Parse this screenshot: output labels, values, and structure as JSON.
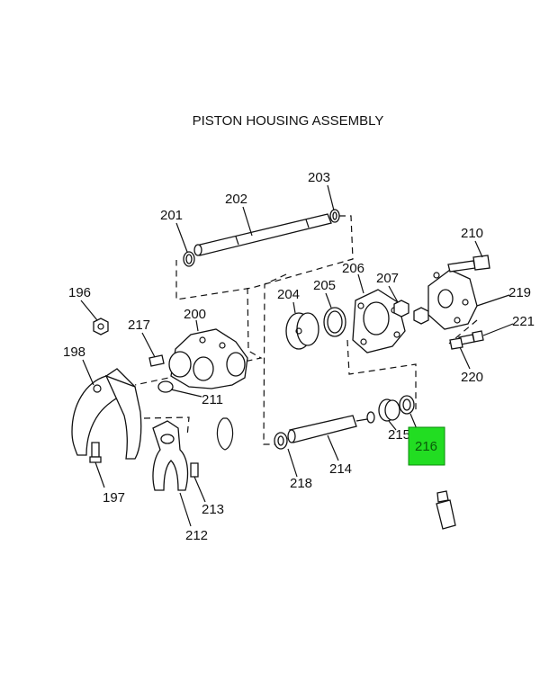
{
  "title": "PISTON HOUSING ASSEMBLY",
  "highlighted_callout": "216",
  "highlight_color": "#22dd22",
  "callouts": {
    "c196": "196",
    "c197": "197",
    "c198": "198",
    "c200": "200",
    "c201": "201",
    "c202": "202",
    "c203": "203",
    "c204": "204",
    "c205": "205",
    "c206": "206",
    "c207": "207",
    "c210": "210",
    "c211": "211",
    "c212": "212",
    "c213": "213",
    "c214": "214",
    "c215": "215",
    "c216": "216",
    "c217": "217",
    "c218": "218",
    "c219": "219",
    "c220": "220",
    "c221": "221"
  }
}
